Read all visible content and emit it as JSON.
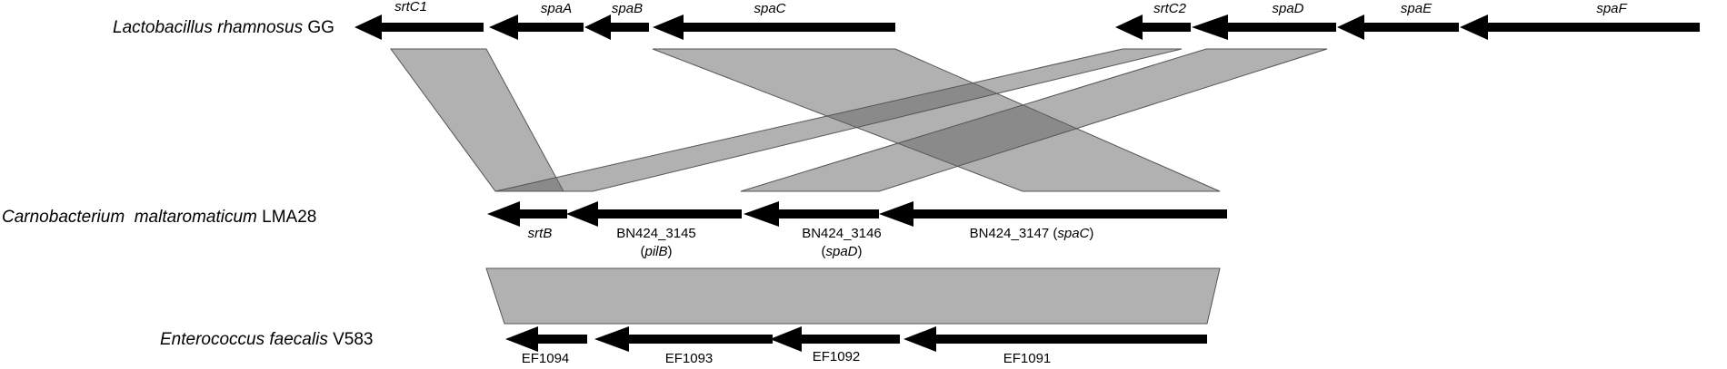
{
  "organisms": [
    {
      "id": "lgg",
      "species": "Lactobacillus rhamnosus",
      "strain": "GG"
    },
    {
      "id": "cm",
      "species": "Carnobacterium  maltaromaticum",
      "strain": "LMA28"
    },
    {
      "id": "ef",
      "species": "Enterococcus faecalis",
      "strain": "V583"
    }
  ],
  "genes": [
    {
      "id": "srtC1",
      "row": "lgg",
      "label": "srtC1",
      "italic": true
    },
    {
      "id": "spaA",
      "row": "lgg",
      "label": "spaA",
      "italic": true
    },
    {
      "id": "spaB",
      "row": "lgg",
      "label": "spaB",
      "italic": true
    },
    {
      "id": "spaC",
      "row": "lgg",
      "label": "spaC",
      "italic": true
    },
    {
      "id": "srtC2",
      "row": "lgg",
      "label": "srtC2",
      "italic": true
    },
    {
      "id": "spaD",
      "row": "lgg",
      "label": "spaD",
      "italic": true
    },
    {
      "id": "spaE",
      "row": "lgg",
      "label": "spaE",
      "italic": true
    },
    {
      "id": "spaF",
      "row": "lgg",
      "label": "spaF",
      "italic": true
    },
    {
      "id": "srtB",
      "row": "cm",
      "label": "srtB",
      "italic": true
    },
    {
      "id": "BN424_3145",
      "row": "cm",
      "label": "BN424_3145",
      "sub": "pilB"
    },
    {
      "id": "BN424_3146",
      "row": "cm",
      "label": "BN424_3146",
      "sub": "spaD"
    },
    {
      "id": "BN424_3147",
      "row": "cm",
      "label": "BN424_3147",
      "paren": "spaC"
    },
    {
      "id": "EF1094",
      "row": "ef",
      "label": "EF1094"
    },
    {
      "id": "EF1093",
      "row": "ef",
      "label": "EF1093"
    },
    {
      "id": "EF1092",
      "row": "ef",
      "label": "EF1092"
    },
    {
      "id": "EF1091",
      "row": "ef",
      "label": "EF1091"
    }
  ],
  "colors": {
    "arrow": "#000000",
    "homology_fill": "#9a9a9a",
    "homology_stroke": "#555555",
    "background": "#ffffff"
  }
}
